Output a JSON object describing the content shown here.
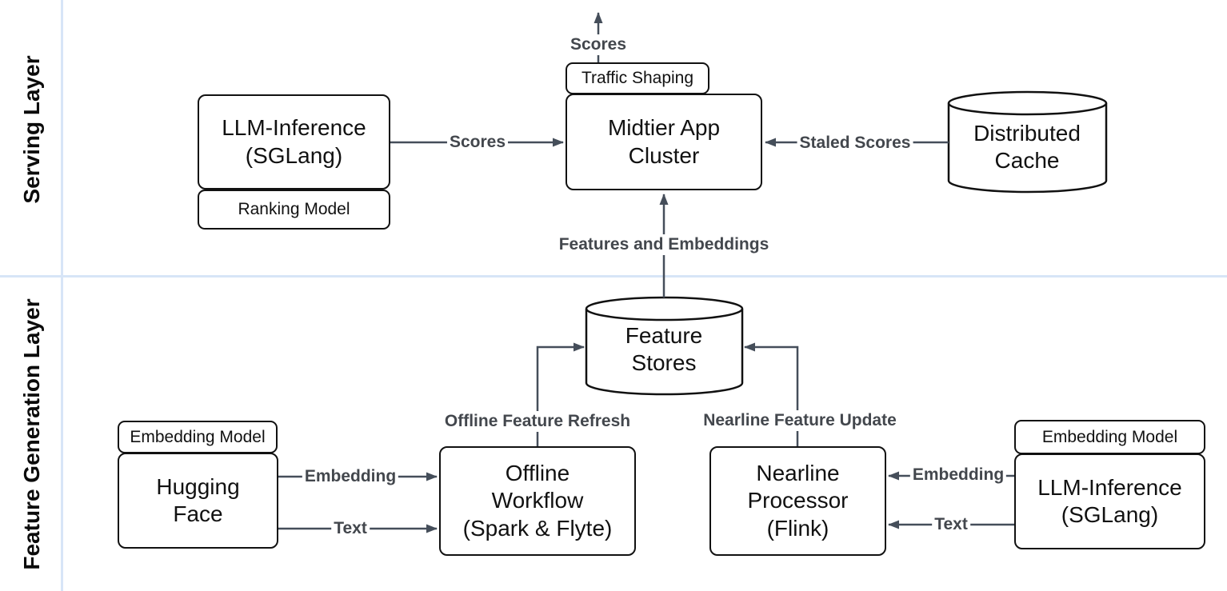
{
  "diagram": {
    "layers": {
      "serving": {
        "label": "Serving Layer"
      },
      "feature_generation": {
        "label": "Feature Generation Layer"
      }
    },
    "nodes": {
      "llm_inference_serving": {
        "label": "LLM-Inference\n(SGLang)"
      },
      "ranking_model": {
        "label": "Ranking Model"
      },
      "traffic_shaping": {
        "label": "Traffic Shaping"
      },
      "midtier_app_cluster": {
        "label": "Midtier App\nCluster"
      },
      "distributed_cache": {
        "label": "Distributed\nCache"
      },
      "feature_stores": {
        "label": "Feature\nStores"
      },
      "embedding_model_left": {
        "label": "Embedding Model"
      },
      "hugging_face": {
        "label": "Hugging\nFace"
      },
      "offline_workflow": {
        "label": "Offline\nWorkflow\n(Spark & Flyte)"
      },
      "nearline_processor": {
        "label": "Nearline\nProcessor\n(Flink)"
      },
      "embedding_model_right": {
        "label": "Embedding Model"
      },
      "llm_inference_feature": {
        "label": "LLM-Inference\n(SGLang)"
      }
    },
    "edge_labels": {
      "scores_top": "Scores",
      "scores_left": "Scores",
      "staled_scores": "Staled Scores",
      "features_and_embeddings": "Features and Embeddings",
      "offline_feature_refresh": "Offline Feature Refresh",
      "nearline_feature_update": "Nearline Feature Update",
      "embedding_left": "Embedding",
      "text_left": "Text",
      "embedding_right": "Embedding",
      "text_right": "Text"
    },
    "colors": {
      "arrow": "#454e5a",
      "edge_label_text": "#43474d",
      "node_border": "#111111",
      "layer_divider": "#d7e5f7",
      "background": "#ffffff"
    }
  }
}
